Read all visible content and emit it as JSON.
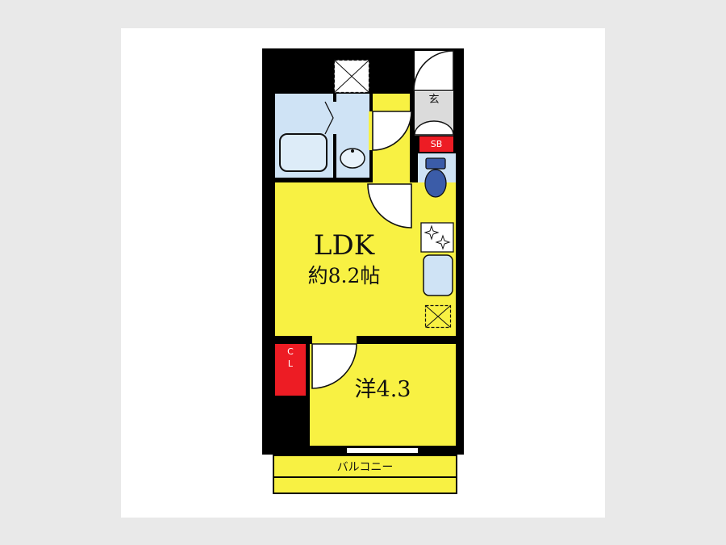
{
  "palette": {
    "background": "#e9e9e9",
    "sheet": "#ffffff",
    "wall": "#000000",
    "room_yellow": "#f8f143",
    "fixture_blue": "#cfe3f5",
    "accent_red": "#ed1c24",
    "genkan_gray": "#dbdbdb",
    "toilet_blue": "#3b5ca8"
  },
  "labels": {
    "ldk": "LDK",
    "ldk_size": "約8.2帖",
    "bedroom": "洋4.3",
    "balcony": "バルコニー",
    "entrance": "玄",
    "shoe_box": "SB",
    "closet": "CL"
  }
}
